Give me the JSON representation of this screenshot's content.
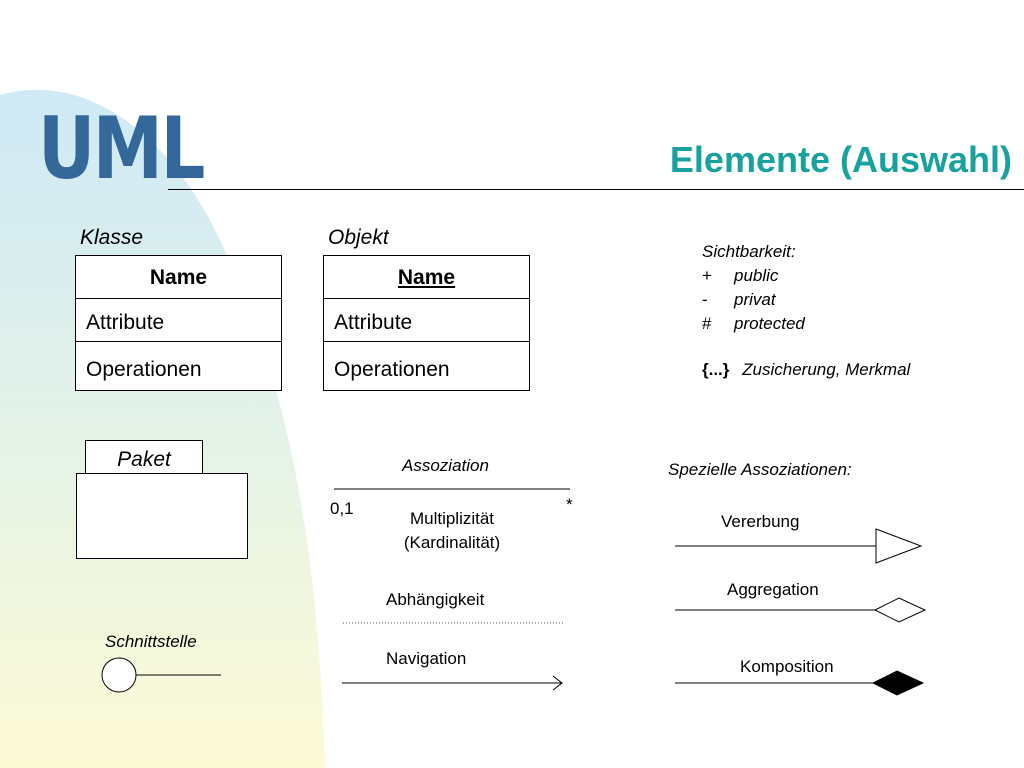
{
  "header": {
    "logo": "UML",
    "title": "Elemente (Auswahl)"
  },
  "klasse": {
    "label": "Klasse",
    "name": "Name",
    "attributes": "Attribute",
    "operations": "Operationen"
  },
  "objekt": {
    "label": "Objekt",
    "name": "Name",
    "attributes": "Attribute",
    "operations": "Operationen"
  },
  "visibility": {
    "title": "Sichtbarkeit:",
    "items": [
      {
        "symbol": "+",
        "label": "public"
      },
      {
        "symbol": "-",
        "label": "privat"
      },
      {
        "symbol": "#",
        "label": "protected"
      }
    ],
    "constraint_symbol": "{...}",
    "constraint_label": "Zusicherung, Merkmal"
  },
  "paket": {
    "label": "Paket"
  },
  "schnittstelle": {
    "label": "Schnittstelle"
  },
  "assoziation": {
    "label": "Assoziation",
    "mult_left": "0,1",
    "mult_right": "*",
    "mult_label_1": "Multiplizität",
    "mult_label_2": "(Kardinalität)"
  },
  "abhaengigkeit": {
    "label": "Abhängigkeit"
  },
  "navigation": {
    "label": "Navigation"
  },
  "special": {
    "title": "Spezielle Assoziationen:",
    "vererbung": "Vererbung",
    "aggregation": "Aggregation",
    "komposition": "Komposition"
  },
  "colors": {
    "logo": "#34679a",
    "title": "#17a29f"
  }
}
